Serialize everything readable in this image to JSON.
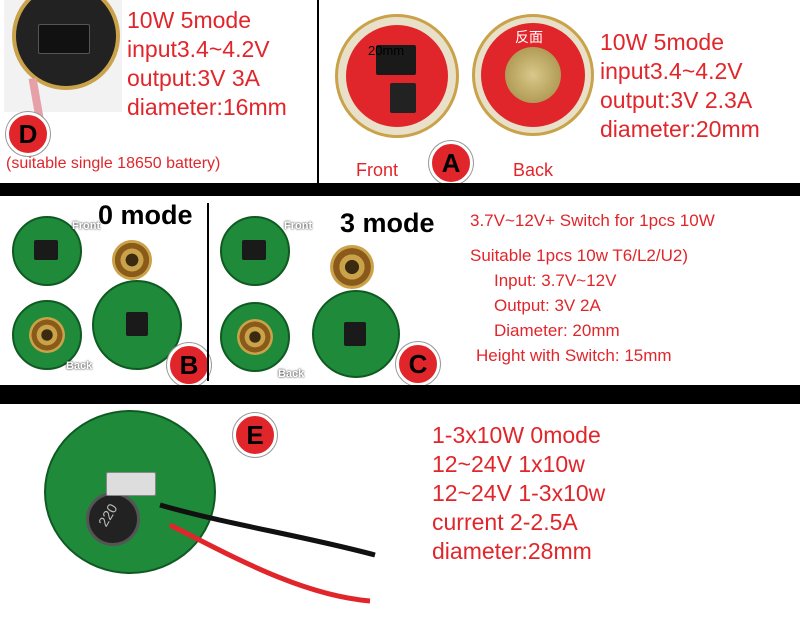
{
  "panel_d": {
    "badge": "D",
    "specs": [
      "10W 5mode",
      "input3.4~4.2V",
      "output:3V 3A",
      "diameter:16mm"
    ],
    "note": "(suitable single 18650 battery)"
  },
  "panel_a": {
    "badge": "A",
    "chip_label": "20mm",
    "back_chip_label": "反面",
    "front_label": "Front",
    "back_label": "Back",
    "specs": [
      "10W 5mode",
      "input3.4~4.2V",
      "output:3V 2.3A",
      "diameter:20mm"
    ]
  },
  "panel_b": {
    "badge": "B",
    "title": "0 mode",
    "front_tag": "Front",
    "back_tag": "Back"
  },
  "panel_c": {
    "badge": "C",
    "title": "3 mode",
    "front_tag": "Front",
    "back_tag": "Back",
    "specs": [
      "3.7V~12V+ Switch for 1pcs 10W",
      "Suitable 1pcs 10w T6/L2/U2)",
      "Input: 3.7V~12V",
      "Output: 3V 2A",
      "Diameter: 20mm",
      "Height with Switch: 15mm"
    ]
  },
  "panel_e": {
    "badge": "E",
    "inductor_label": "220",
    "specs": [
      "1-3x10W 0mode",
      "12~24V 1x10w",
      "12~24V 1-3x10w",
      "current 2-2.5A",
      "diameter:28mm"
    ]
  },
  "colors": {
    "accent_red": "#e0262b",
    "pcb_green": "#1f8a3a",
    "divider": "#000000"
  }
}
